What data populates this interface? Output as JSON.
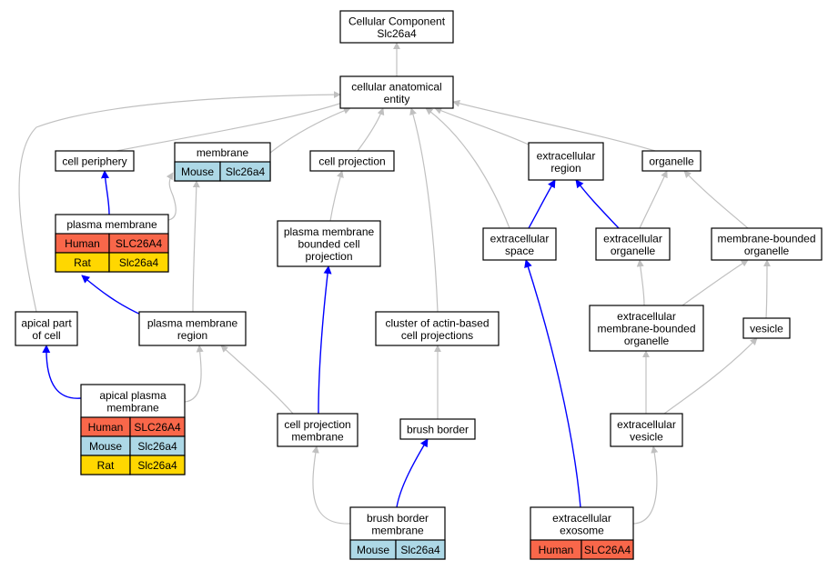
{
  "colors": {
    "human": "#f9674a",
    "mouse": "#add8e6",
    "rat": "#ffd700",
    "is_a_edge": "#c0c0c0",
    "part_of_edge": "#0000ff"
  },
  "nodes": {
    "root": {
      "lines": [
        "Cellular Component",
        "Slc26a4"
      ]
    },
    "cae": {
      "lines": [
        "cellular anatomical",
        "entity"
      ]
    },
    "cell_periphery": {
      "lines": [
        "cell periphery"
      ]
    },
    "membrane": {
      "lines": [
        "membrane"
      ],
      "annotations": [
        {
          "species": "Mouse",
          "gene": "Slc26a4"
        }
      ]
    },
    "cell_projection": {
      "lines": [
        "cell projection"
      ]
    },
    "extracellular_region": {
      "lines": [
        "extracellular",
        "region"
      ]
    },
    "organelle": {
      "lines": [
        "organelle"
      ]
    },
    "plasma_membrane": {
      "lines": [
        "plasma membrane"
      ],
      "annotations": [
        {
          "species": "Human",
          "gene": "SLC26A4"
        },
        {
          "species": "Rat",
          "gene": "Slc26a4"
        }
      ]
    },
    "pm_bounded_cell_projection": {
      "lines": [
        "plasma membrane",
        "bounded cell",
        "projection"
      ]
    },
    "extracellular_space": {
      "lines": [
        "extracellular",
        "space"
      ]
    },
    "extracellular_organelle": {
      "lines": [
        "extracellular",
        "organelle"
      ]
    },
    "membrane_bounded_organelle": {
      "lines": [
        "membrane-bounded",
        "organelle"
      ]
    },
    "apical_part_of_cell": {
      "lines": [
        "apical part",
        "of cell"
      ]
    },
    "plasma_membrane_region": {
      "lines": [
        "plasma membrane",
        "region"
      ]
    },
    "cluster_actin": {
      "lines": [
        "cluster of actin-based",
        "cell projections"
      ]
    },
    "ec_mb_organelle": {
      "lines": [
        "extracellular",
        "membrane-bounded",
        "organelle"
      ]
    },
    "vesicle": {
      "lines": [
        "vesicle"
      ]
    },
    "apical_plasma_membrane": {
      "lines": [
        "apical plasma",
        "membrane"
      ],
      "annotations": [
        {
          "species": "Human",
          "gene": "SLC26A4"
        },
        {
          "species": "Mouse",
          "gene": "Slc26a4"
        },
        {
          "species": "Rat",
          "gene": "Slc26a4"
        }
      ]
    },
    "cell_projection_membrane": {
      "lines": [
        "cell projection",
        "membrane"
      ]
    },
    "brush_border": {
      "lines": [
        "brush border"
      ]
    },
    "extracellular_vesicle": {
      "lines": [
        "extracellular",
        "vesicle"
      ]
    },
    "brush_border_membrane": {
      "lines": [
        "brush border",
        "membrane"
      ],
      "annotations": [
        {
          "species": "Mouse",
          "gene": "Slc26a4"
        }
      ]
    },
    "extracellular_exosome": {
      "lines": [
        "extracellular",
        "exosome"
      ],
      "annotations": [
        {
          "species": "Human",
          "gene": "SLC26A4"
        }
      ]
    }
  },
  "edges": [
    {
      "from": "cae",
      "to": "root",
      "type": "is_a"
    },
    {
      "from": "cell_periphery",
      "to": "cae",
      "type": "is_a"
    },
    {
      "from": "membrane",
      "to": "cae",
      "type": "is_a"
    },
    {
      "from": "cell_projection",
      "to": "cae",
      "type": "is_a"
    },
    {
      "from": "extracellular_region",
      "to": "cae",
      "type": "is_a"
    },
    {
      "from": "organelle",
      "to": "cae",
      "type": "is_a"
    },
    {
      "from": "apical_part_of_cell",
      "to": "cae",
      "type": "is_a"
    },
    {
      "from": "cluster_actin",
      "to": "cae",
      "type": "is_a"
    },
    {
      "from": "extracellular_space",
      "to": "cae",
      "type": "is_a"
    },
    {
      "from": "plasma_membrane",
      "to": "cell_periphery",
      "type": "part_of"
    },
    {
      "from": "plasma_membrane",
      "to": "membrane",
      "type": "is_a"
    },
    {
      "from": "plasma_membrane_region",
      "to": "membrane",
      "type": "is_a"
    },
    {
      "from": "plasma_membrane_region",
      "to": "plasma_membrane",
      "type": "part_of"
    },
    {
      "from": "pm_bounded_cell_projection",
      "to": "cell_projection",
      "type": "is_a"
    },
    {
      "from": "extracellular_space",
      "to": "extracellular_region",
      "type": "part_of"
    },
    {
      "from": "extracellular_organelle",
      "to": "extracellular_region",
      "type": "part_of"
    },
    {
      "from": "extracellular_organelle",
      "to": "organelle",
      "type": "is_a"
    },
    {
      "from": "membrane_bounded_organelle",
      "to": "organelle",
      "type": "is_a"
    },
    {
      "from": "ec_mb_organelle",
      "to": "extracellular_organelle",
      "type": "is_a"
    },
    {
      "from": "ec_mb_organelle",
      "to": "membrane_bounded_organelle",
      "type": "is_a"
    },
    {
      "from": "vesicle",
      "to": "membrane_bounded_organelle",
      "type": "is_a"
    },
    {
      "from": "apical_plasma_membrane",
      "to": "apical_part_of_cell",
      "type": "part_of"
    },
    {
      "from": "apical_plasma_membrane",
      "to": "plasma_membrane_region",
      "type": "is_a"
    },
    {
      "from": "cell_projection_membrane",
      "to": "plasma_membrane_region",
      "type": "is_a"
    },
    {
      "from": "cell_projection_membrane",
      "to": "pm_bounded_cell_projection",
      "type": "part_of"
    },
    {
      "from": "brush_border",
      "to": "cluster_actin",
      "type": "is_a"
    },
    {
      "from": "brush_border_membrane",
      "to": "brush_border",
      "type": "part_of"
    },
    {
      "from": "brush_border_membrane",
      "to": "cell_projection_membrane",
      "type": "is_a"
    },
    {
      "from": "extracellular_vesicle",
      "to": "ec_mb_organelle",
      "type": "is_a"
    },
    {
      "from": "extracellular_vesicle",
      "to": "vesicle",
      "type": "is_a"
    },
    {
      "from": "extracellular_exosome",
      "to": "extracellular_space",
      "type": "part_of"
    },
    {
      "from": "extracellular_exosome",
      "to": "extracellular_vesicle",
      "type": "is_a"
    }
  ]
}
